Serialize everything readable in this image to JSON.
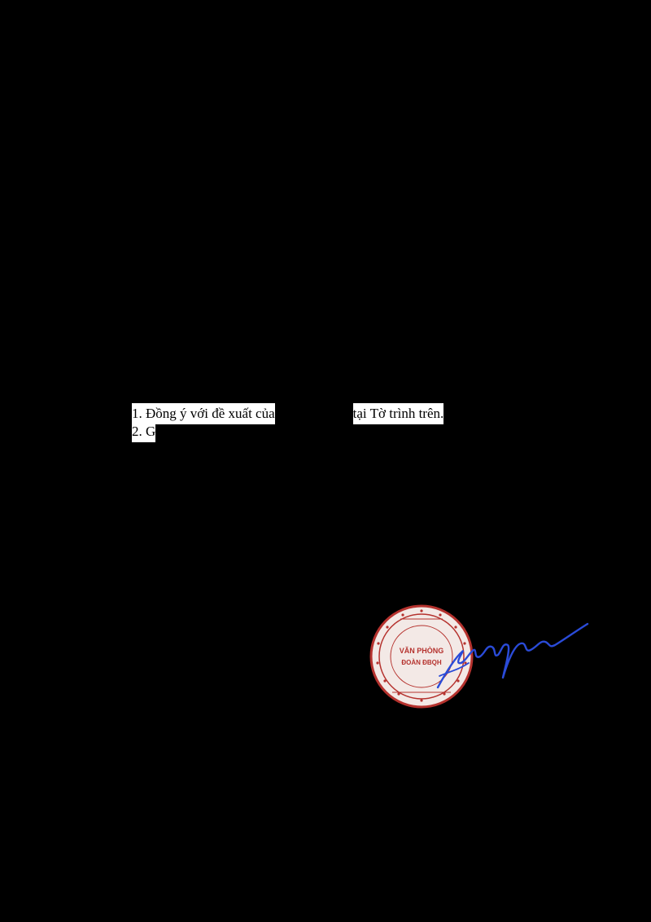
{
  "document": {
    "item_1": {
      "part_a": "1. Đồng ý với đề xuất của",
      "part_b": "tại Tờ trình trên."
    },
    "item_2": {
      "text": "2. G"
    }
  },
  "seal": {
    "name": "red-official-seal",
    "text_lines": [
      "VĂN PHÒNG",
      "ĐOÀN ĐBQH"
    ],
    "color": "#b5322e"
  },
  "signature": {
    "color": "#2a4bd8"
  },
  "colors": {
    "page_background": "#000000",
    "text_highlight": "#ffffff",
    "text": "#000000"
  }
}
